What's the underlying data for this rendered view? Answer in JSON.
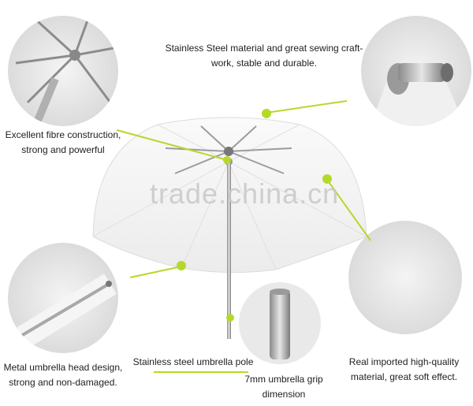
{
  "watermark": "trade.china.cn",
  "accent_color": "#b5d92b",
  "features": {
    "top_center": {
      "line1": "Stainless Steel material and great sewing craft-",
      "line2": "work, stable and durable."
    },
    "left_upper": {
      "line1": "Excellent fibre construction,",
      "line2": "strong and powerful"
    },
    "left_lower": {
      "line1": "Metal umbrella head design,",
      "line2": "strong and non-damaged."
    },
    "bottom_center": {
      "line1": "Stainless steel umbrella pole"
    },
    "grip": {
      "line1": "7mm umbrella grip",
      "line2": "dimension"
    },
    "right_lower": {
      "line1": "Real imported high-quality",
      "line2": "material, great soft effect."
    }
  }
}
